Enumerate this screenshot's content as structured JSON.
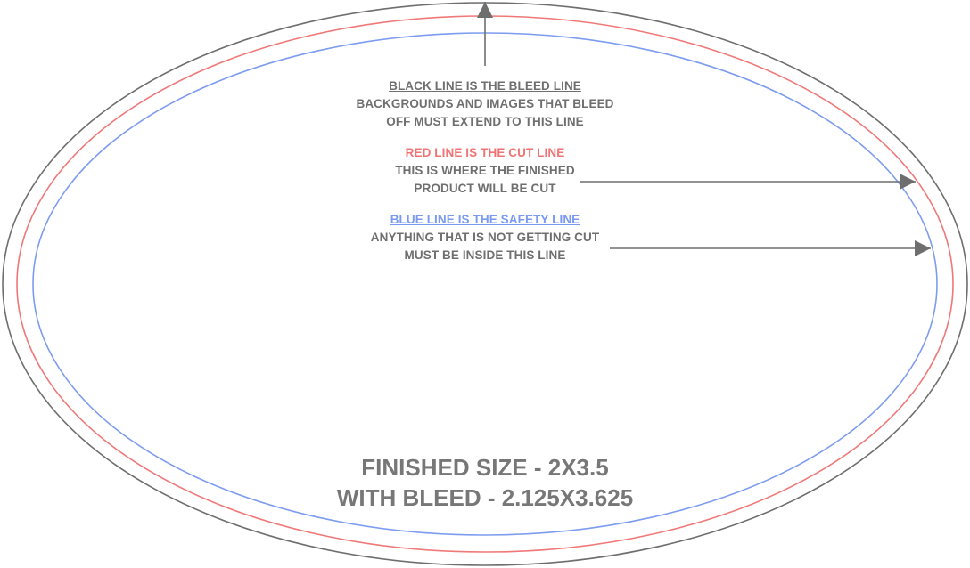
{
  "colors": {
    "bleed_line": "#6e6e6e",
    "cut_line": "#f07878",
    "safety_line": "#7d9cf0",
    "arrow": "#6e6e6e",
    "text": "#6f6f6f"
  },
  "notes": {
    "bleed": {
      "heading": "BLACK LINE IS THE BLEED LINE",
      "lines": [
        "BACKGROUNDS AND IMAGES THAT BLEED",
        "OFF MUST EXTEND TO THIS LINE"
      ]
    },
    "cut": {
      "heading": "RED LINE IS THE CUT LINE",
      "lines": [
        "THIS IS WHERE THE FINISHED",
        "PRODUCT WILL BE CUT"
      ]
    },
    "safety": {
      "heading": "BLUE LINE IS THE SAFETY LINE",
      "lines": [
        "ANYTHING THAT IS NOT GETTING CUT",
        "MUST BE INSIDE THIS LINE"
      ]
    }
  },
  "size": {
    "finished": "FINISHED SIZE - 2X3.5",
    "with_bleed": "WITH BLEED - 2.125X3.625"
  }
}
